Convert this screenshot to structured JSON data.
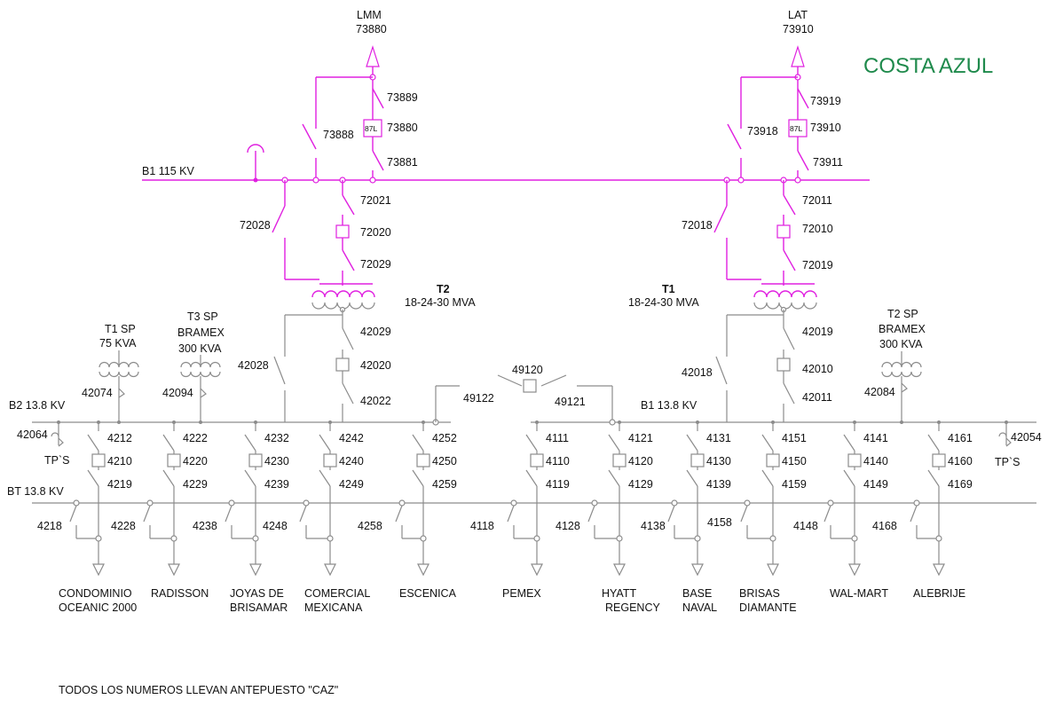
{
  "title": "COSTA AZUL",
  "footnote": "TODOS LOS NUMEROS LLEVAN ANTEPUESTO \"CAZ\"",
  "colors": {
    "hv": "#e020e0",
    "mv": "#8c8c8c",
    "title": "#1f8a4c"
  },
  "buses": {
    "b1_115": "B1 115 KV",
    "b2_138": "B2 13.8 KV",
    "b1_138": "B1 13.8 KV",
    "bt_138": "BT 13.8 KV"
  },
  "lines": {
    "lmm": {
      "name": "LMM",
      "number": "73880",
      "bypass": "73888",
      "line_sw": "73889",
      "relay": "87L",
      "breaker": "73880",
      "bus_sw": "73881"
    },
    "lat": {
      "name": "LAT",
      "number": "73910",
      "bypass": "73918",
      "line_sw": "73919",
      "relay": "87L",
      "breaker": "73910",
      "bus_sw": "73911"
    }
  },
  "transformers": {
    "t2": {
      "name": "T2",
      "rating": "18-24-30 MVA",
      "bypass": "72028",
      "hv_sw1": "72021",
      "hv_breaker": "72020",
      "hv_sw2": "72029",
      "lv_bypass": "42028",
      "lv_sw1": "42029",
      "lv_breaker": "42020",
      "lv_sw2": "42022"
    },
    "t1": {
      "name": "T1",
      "rating": "18-24-30 MVA",
      "bypass": "72018",
      "hv_sw1": "72011",
      "hv_breaker": "72010",
      "hv_sw2": "72019",
      "lv_bypass": "42018",
      "lv_sw1": "42019",
      "lv_breaker": "42010",
      "lv_sw2": "42011"
    }
  },
  "tie": {
    "breaker": "49120",
    "sw_left": "49122",
    "sw_right": "49121"
  },
  "aux": {
    "t1sp": {
      "l1": "T1 SP",
      "l2": "75 KVA",
      "sw": "42074"
    },
    "t3sp": {
      "l1": "T3 SP",
      "l2": "BRAMEX",
      "l3": "300 KVA",
      "sw": "42094"
    },
    "t2sp": {
      "l1": "T2 SP",
      "l2": "BRAMEX",
      "l3": "300 KVA",
      "sw": "42084"
    },
    "tp_left": {
      "label": "TP`S",
      "sw": "42064"
    },
    "tp_right": {
      "label": "TP`S",
      "sw": "42054"
    }
  },
  "feeders": [
    {
      "top": "4212",
      "brk": "4210",
      "bot": "4219",
      "bt": "4218",
      "name1": "CONDOMINIO",
      "name2": "OCEANIC 2000"
    },
    {
      "top": "4222",
      "brk": "4220",
      "bot": "4229",
      "bt": "4228",
      "name1": "RADISSON",
      "name2": ""
    },
    {
      "top": "4232",
      "brk": "4230",
      "bot": "4239",
      "bt": "4238",
      "name1": "JOYAS DE",
      "name2": "BRISAMAR"
    },
    {
      "top": "4242",
      "brk": "4240",
      "bot": "4249",
      "bt": "4248",
      "name1": "COMERCIAL",
      "name2": "MEXICANA"
    },
    {
      "top": "4252",
      "brk": "4250",
      "bot": "4259",
      "bt": "4258",
      "name1": "ESCENICA",
      "name2": ""
    },
    {
      "top": "4111",
      "brk": "4110",
      "bot": "4119",
      "bt": "4118",
      "name1": "PEMEX",
      "name2": ""
    },
    {
      "top": "4121",
      "brk": "4120",
      "bot": "4129",
      "bt": "4128",
      "name1": "HYATT",
      "name2": "REGENCY"
    },
    {
      "top": "4131",
      "brk": "4130",
      "bot": "4139",
      "bt": "4138",
      "name1": "BASE",
      "name2": "NAVAL"
    },
    {
      "top": "4151",
      "brk": "4150",
      "bot": "4159",
      "bt": "4158",
      "name1": "BRISAS",
      "name2": "DIAMANTE"
    },
    {
      "top": "4141",
      "brk": "4140",
      "bot": "4149",
      "bt": "4148",
      "name1": "WAL-MART",
      "name2": ""
    },
    {
      "top": "4161",
      "brk": "4160",
      "bot": "4169",
      "bt": "4168",
      "name1": "ALEBRIJE",
      "name2": ""
    }
  ]
}
